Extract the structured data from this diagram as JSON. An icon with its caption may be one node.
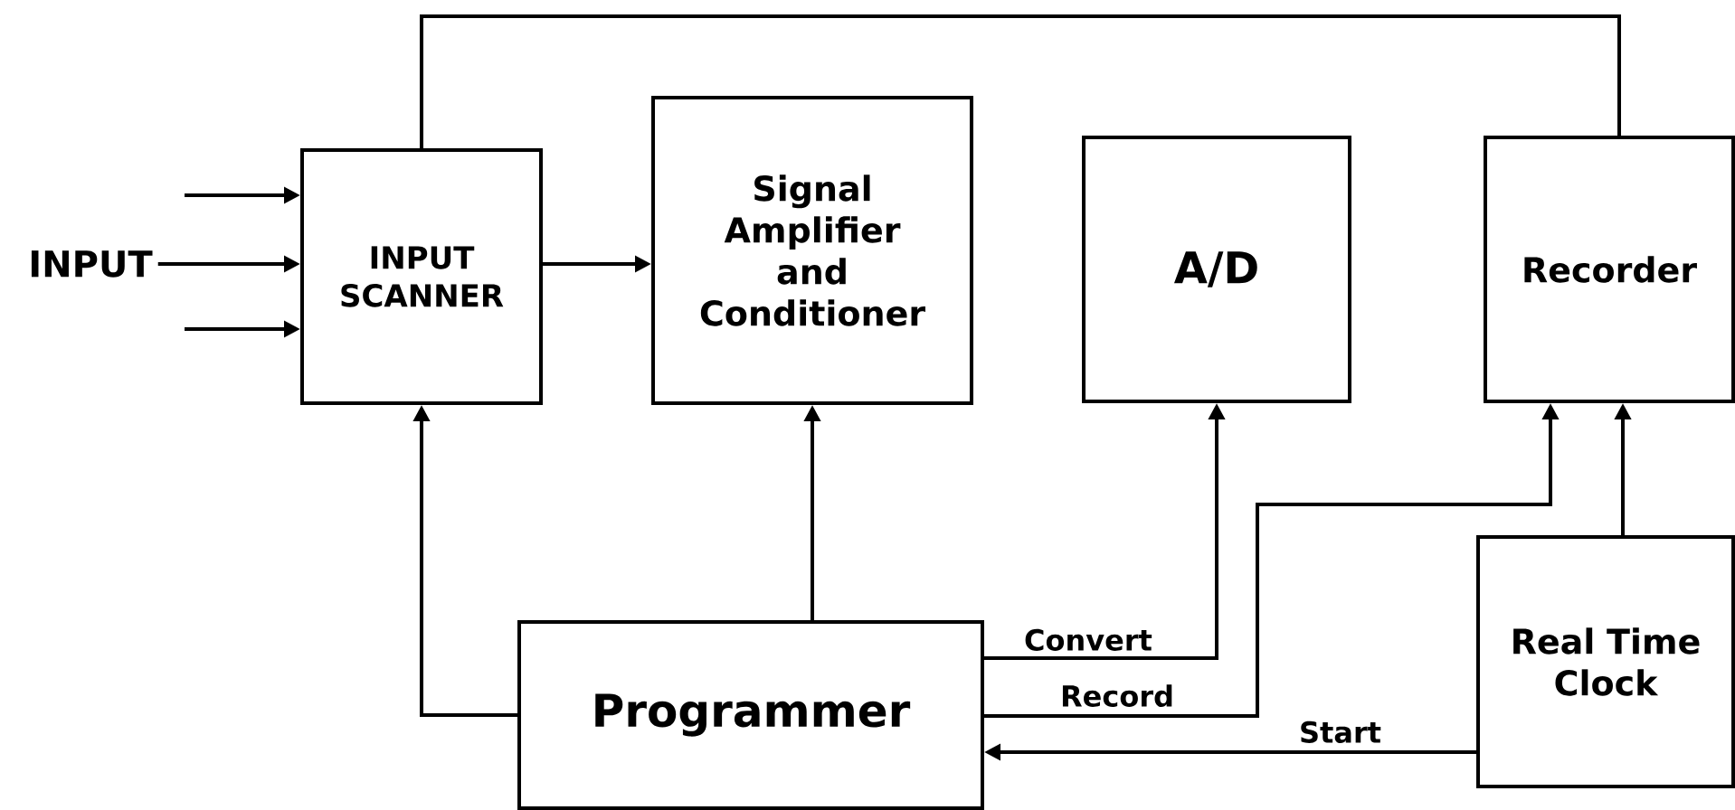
{
  "diagram": {
    "nodes": [
      {
        "text": [
          "INPUT"
        ]
      },
      {
        "text": [
          "INPUT SCANNER"
        ]
      },
      {
        "text": [
          "Signal Amplifier and Conditioner"
        ]
      },
      {
        "text": [
          "A/D"
        ]
      },
      {
        "text": [
          "Recorder"
        ]
      },
      {
        "text": [
          "Programmer"
        ]
      },
      {
        "text": [
          "Real Time Clock"
        ]
      }
    ],
    "edges": [
      {
        "from": null,
        "to": 1,
        "arrow": "to"
      },
      {
        "from": 0,
        "to": 1,
        "arrow": "to"
      },
      {
        "from": null,
        "to": 1,
        "arrow": "to"
      },
      {
        "from": 1,
        "to": 2,
        "arrow": "to"
      },
      {
        "from": 1,
        "to": 4,
        "arrow": "none"
      },
      {
        "from": 5,
        "to": 1,
        "arrow": "to"
      },
      {
        "from": 5,
        "to": 2,
        "arrow": "to"
      },
      {
        "from": 5,
        "to": 3,
        "arrow": "to",
        "label": "Convert"
      },
      {
        "from": 5,
        "to": 4,
        "arrow": "to",
        "label": "Record"
      },
      {
        "from": 6,
        "to": 4,
        "arrow": "to"
      },
      {
        "from": 6,
        "to": 5,
        "arrow": "to",
        "label": "Start"
      }
    ]
  }
}
